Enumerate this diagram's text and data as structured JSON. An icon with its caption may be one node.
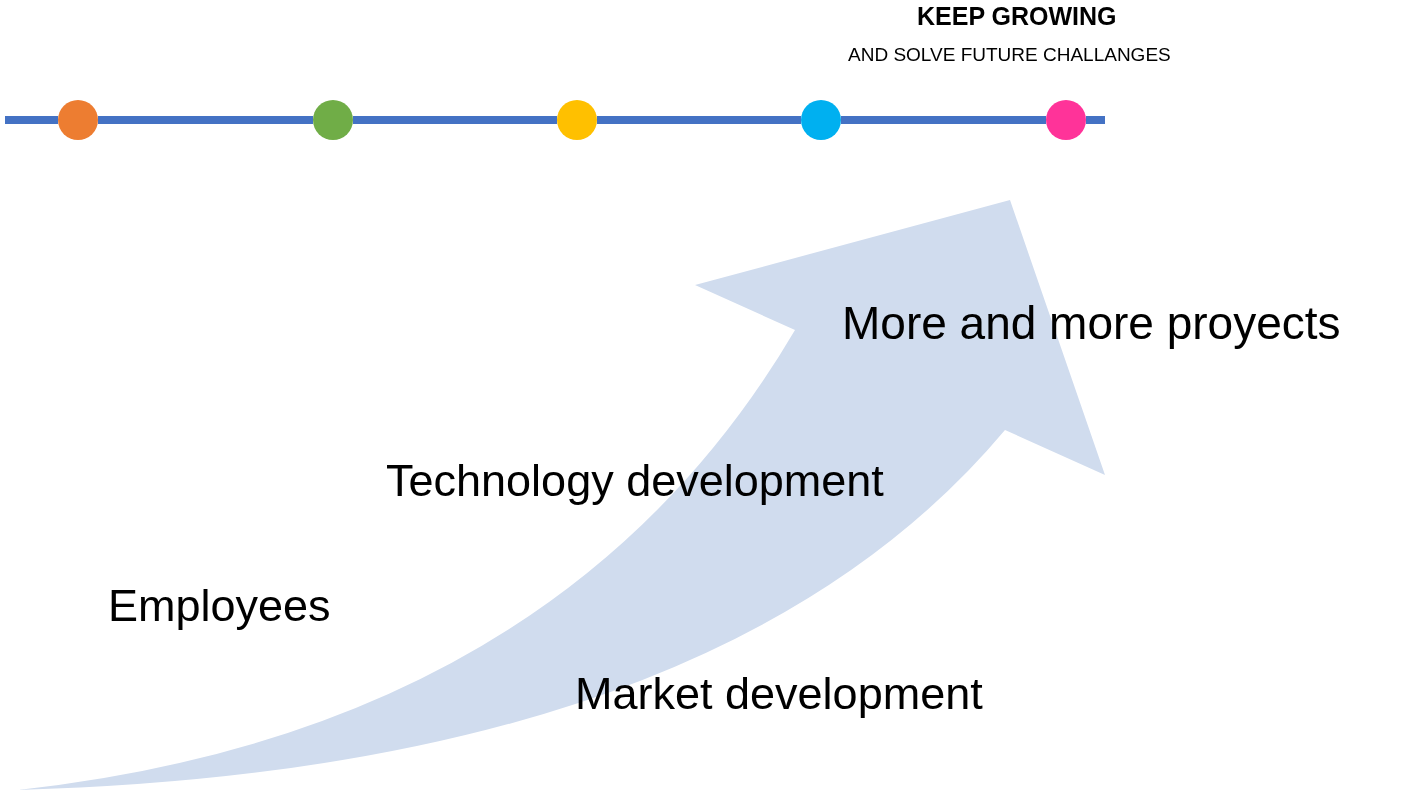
{
  "diagram": {
    "nodes": [
      {
        "text": [],
        "shape": "circle"
      },
      {
        "text": [],
        "shape": "circle"
      },
      {
        "text": [],
        "shape": "circle"
      },
      {
        "text": [],
        "shape": "circle"
      },
      {
        "text": [],
        "shape": "circle"
      }
    ],
    "edges": [
      {
        "from": 0,
        "to": 1,
        "arrow": "none"
      },
      {
        "from": 1,
        "to": 2,
        "arrow": "none"
      },
      {
        "from": 2,
        "to": 3,
        "arrow": "none"
      },
      {
        "from": 3,
        "to": 4,
        "arrow": "none"
      }
    ],
    "labels": [
      "KEEP GROWING",
      "AND SOLVE FUTURE CHALLANGES",
      "More and more proyects",
      "Technology development",
      "Employees",
      "Market development"
    ]
  }
}
